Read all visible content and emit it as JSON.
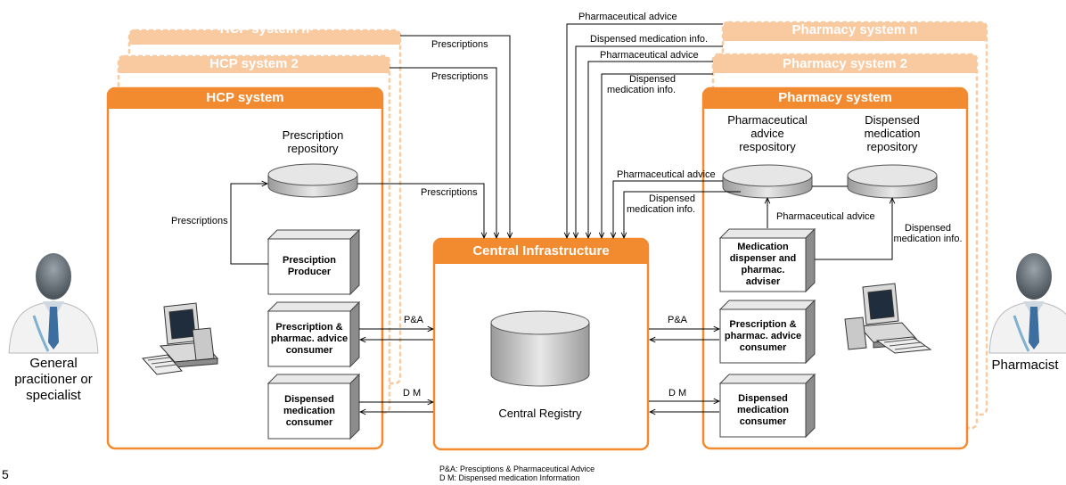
{
  "systems": {
    "hcp_n": "HCP system n",
    "hcp_2": "HCP system 2",
    "hcp": "HCP system",
    "pharmacy_n": "Pharmacy system n",
    "pharmacy_2": "Pharmacy system 2",
    "pharmacy": "Pharmacy system",
    "central": "Central Infrastructure"
  },
  "hcp": {
    "repository": "Prescription\nrepository",
    "producer": "Presciption\nProducer",
    "pa_consumer": "Prescription &\npharmac. advice\nconsumer",
    "dm_consumer": "Dispensed\nmedication\nconsumer"
  },
  "pharmacy": {
    "advice_repo": "Pharmaceutical\nadvice\nrespository",
    "dispensed_repo": "Dispensed\nmedication\nrepository",
    "dispenser": "Medication\ndispenser and\npharmac.\nadviser",
    "pa_consumer": "Prescription &\npharmac. advice\nconsumer",
    "dm_consumer": "Dispensed\nmedication\nconsumer"
  },
  "central": {
    "registry": "Central Registry"
  },
  "flows": {
    "prescriptions_n": "Prescriptions",
    "prescriptions_2": "Prescriptions",
    "prescriptions_1": "Prescriptions",
    "prescriptions_loop": "Prescriptions",
    "pa_left": "P&A",
    "dm_left": "D M",
    "pa_right": "P&A",
    "dm_right": "D M",
    "advice_n": "Pharmaceutical advice",
    "dispensed_n": "Dispensed medication info.",
    "advice_2": "Pharmaceutical advice",
    "dispensed_2": "Dispensed\nmedication info.",
    "advice_1": "Pharmaceutical advice",
    "dispensed_1": "Dispensed\nmedication info.",
    "advice_internal": "Pharmaceutical advice",
    "dispensed_internal": "Dispensed\nmedication info."
  },
  "actors": {
    "left": "General\npracitioner or\nspecialist",
    "right": "Pharmacist"
  },
  "legend": {
    "line1": "P&A: Presciptions & Pharmaceutical Advice",
    "line2": "D M: Dispensed medication Information"
  },
  "page_number": "5",
  "colors": {
    "orange": "#F28A30",
    "orange_light": "#F9C9A0",
    "box_gray": "#D9D9D9",
    "box_dark": "#A6A6A6"
  }
}
